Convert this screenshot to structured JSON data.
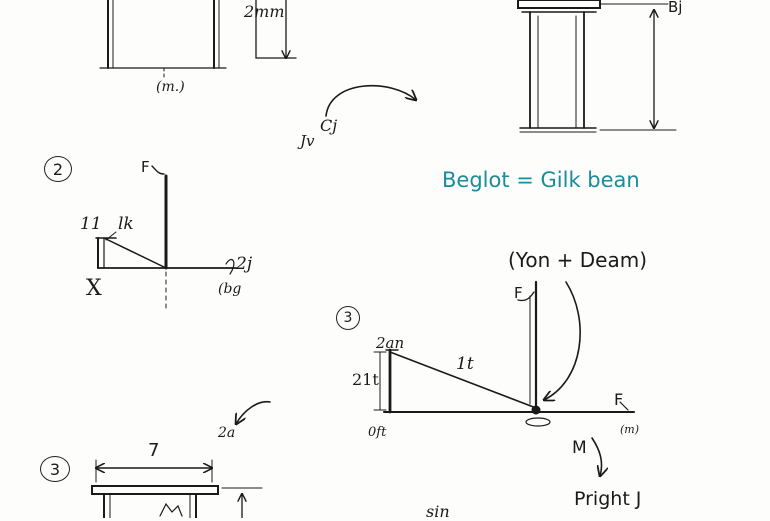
{
  "labels": {
    "top_dim": "2mm",
    "top_base": "(m.)",
    "right_top": "Bj",
    "arrow_mid": "Cj",
    "arrow_mid2": "Jv",
    "teal_text": "Beglot = Gilk bean",
    "yon_deam": "(Yon + Deam)",
    "step2": "2",
    "f_top_left": "F",
    "lbl_11": "11",
    "lbl_lk": "lk",
    "lbl_x": "X",
    "lbl_2j": "2j",
    "lbl_cbg": "(bg",
    "step3_mid": "3",
    "lbl_2an": "2an",
    "lbl_21t": "21t",
    "lbl_1t": "1t",
    "lbl_f_mid": "F",
    "lbl_f_right": "F",
    "lbl_0ft": "0ft",
    "lbl_m_paren": "(m)",
    "lbl_m": "M",
    "pright": "Pright J",
    "step3_bottom": "3",
    "lbl_2a": "2a",
    "lbl_7": "7",
    "lbl_sin": "sin"
  },
  "colors": {
    "ink": "#1a1a1a",
    "teal": "#1a8c9c",
    "paper": "#fdfdfb"
  }
}
